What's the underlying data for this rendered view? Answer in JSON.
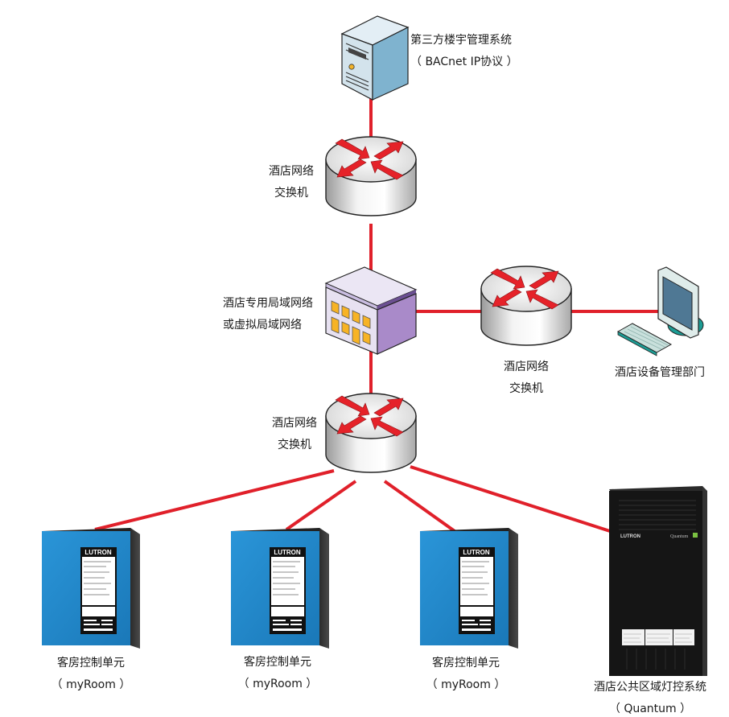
{
  "diagram": {
    "title": "",
    "colors": {
      "link": "#e0202a",
      "router_body": "#e6e6e6",
      "router_arrow": "#e52229",
      "server_front": "#cfe0ea",
      "server_side": "#7fb3cf",
      "building_front": "#e9e3f3",
      "building_side": "#a98ac9",
      "building_window": "#f7b325",
      "room_unit_front": "#1f8bd0",
      "room_unit_side": "#3a3a3a",
      "quantum_panel": "#141414",
      "pc_screen": "#4f7894",
      "pc_base": "#1c9c94",
      "keyboard": "#c5dcd8"
    },
    "nodes": {
      "bms_server": {
        "icon": "server-tower-icon",
        "label_line1": "第三方楼宇管理系统",
        "label_line2": "（ BACnet IP协议 ）"
      },
      "switch_top": {
        "icon": "network-switch-icon",
        "label_line1": "酒店网络",
        "label_line2": "交换机"
      },
      "hotel_lan": {
        "icon": "building-icon",
        "label_line1": "酒店专用局域网络",
        "label_line2": "或虚拟局域网络"
      },
      "switch_right": {
        "icon": "network-switch-icon",
        "label_line1": "酒店网络",
        "label_line2": "交换机"
      },
      "facility_dept": {
        "icon": "workstation-icon",
        "label_line1": "酒店设备管理部门"
      },
      "switch_bottom": {
        "icon": "network-switch-icon",
        "label_line1": "酒店网络",
        "label_line2": "交换机"
      },
      "room_units": [
        {
          "icon": "control-cabinet-icon",
          "brand": "LUTRON",
          "label_line1": "客房控制单元",
          "label_line2": "（ myRoom ）"
        },
        {
          "icon": "control-cabinet-icon",
          "brand": "LUTRON",
          "label_line1": "客房控制单元",
          "label_line2": "（ myRoom ）"
        },
        {
          "icon": "control-cabinet-icon",
          "brand": "LUTRON",
          "label_line1": "客房控制单元",
          "label_line2": "（ myRoom ）"
        }
      ],
      "quantum": {
        "icon": "lighting-panel-icon",
        "brand": "LUTRON",
        "sub_brand": "Quantum",
        "label_line1": "酒店公共区域灯控系统",
        "label_line2": "（ Quantum ）"
      }
    },
    "edges": [
      {
        "from": "bms_server",
        "to": "switch_top"
      },
      {
        "from": "switch_top",
        "to": "hotel_lan"
      },
      {
        "from": "hotel_lan",
        "to": "switch_right"
      },
      {
        "from": "switch_right",
        "to": "facility_dept"
      },
      {
        "from": "hotel_lan",
        "to": "switch_bottom"
      },
      {
        "from": "switch_bottom",
        "to": "room_unit_1"
      },
      {
        "from": "switch_bottom",
        "to": "room_unit_2"
      },
      {
        "from": "switch_bottom",
        "to": "room_unit_3"
      },
      {
        "from": "switch_bottom",
        "to": "quantum"
      }
    ]
  }
}
